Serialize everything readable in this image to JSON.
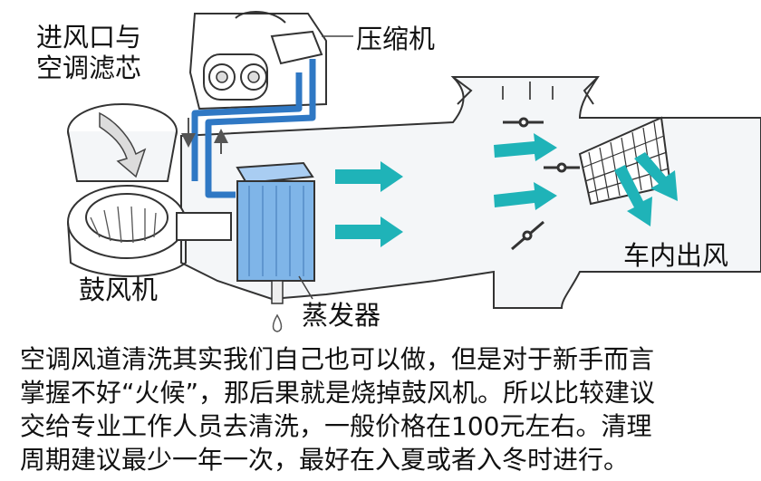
{
  "labels": {
    "intake": [
      "进风口与",
      "空调滤芯"
    ],
    "compressor": "压缩机",
    "blower": "鼓风机",
    "evaporator": "蒸发器",
    "outlet": "车内出风"
  },
  "caption": {
    "lines": [
      "空调风道清洗其实我们自己也可以做，但是对于新手而言",
      "掌握不好“火候”，那后果就是烧掉鼓风机。所以比较建议",
      "交给专业工作人员去清洗，一般价格在100元左右。清理",
      "周期建议最少一年一次，最好在入夏或者入冬时进行。"
    ]
  },
  "colors": {
    "evaporator_fill": "#7fb5e8",
    "pipe": "#2f78c4",
    "airflow_arrow": "#1fb3b8",
    "line": "#333333"
  }
}
